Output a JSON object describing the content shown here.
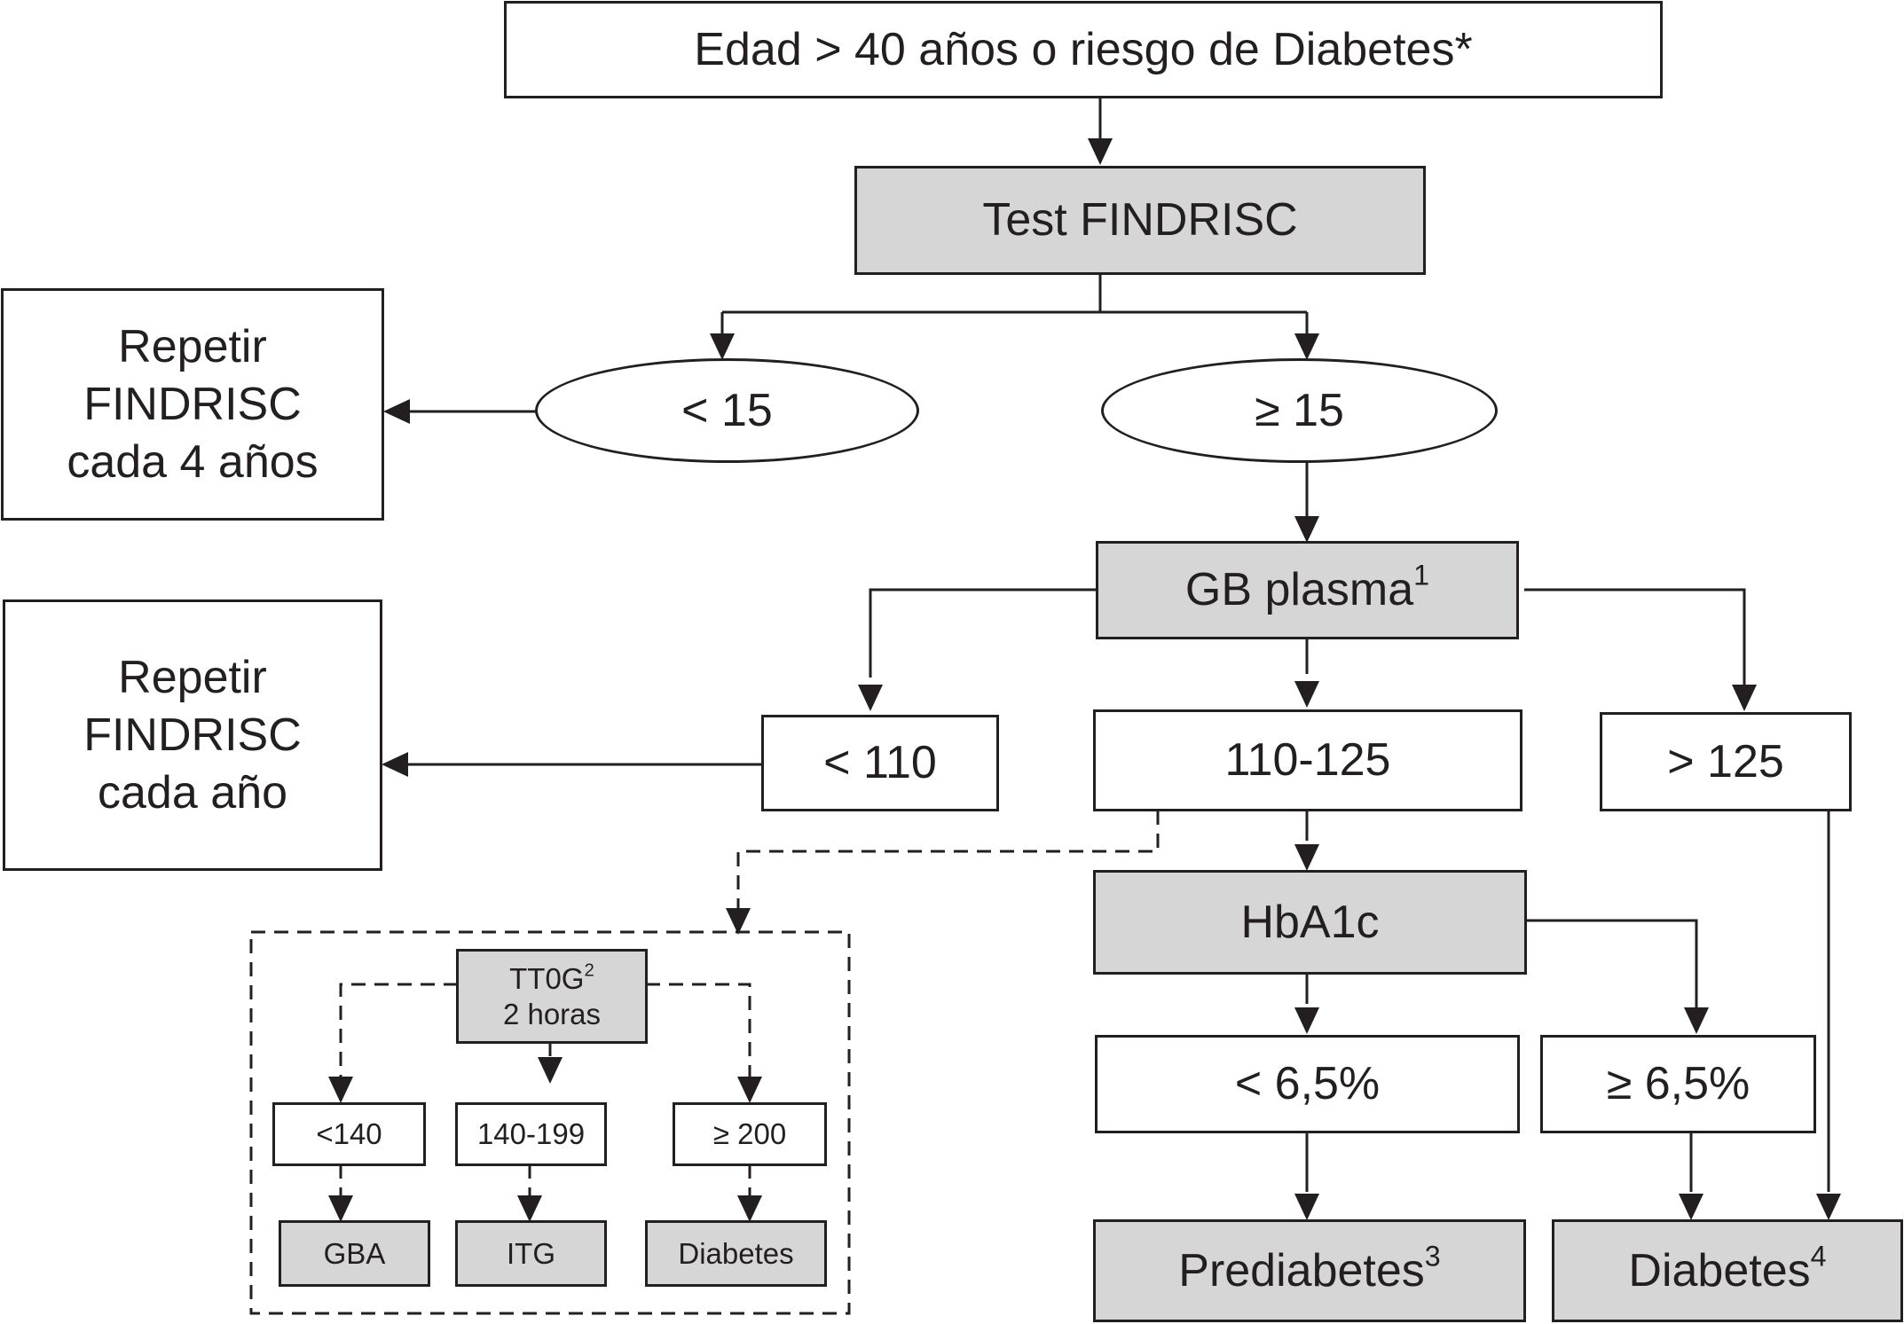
{
  "nodes": {
    "start": "Edad > 40 años o riesgo de Diabetes*",
    "test": "Test FINDRISC",
    "lt15": "< 15",
    "ge15": "≥ 15",
    "repeat4": [
      "Repetir",
      "FINDRISC",
      "cada 4 años"
    ],
    "gb": "GB plasma",
    "gb_sup": "1",
    "lt110": "< 110",
    "mid": "110-125",
    "gt125": "> 125",
    "repeat1": [
      "Repetir",
      "FINDRISC",
      "cada año"
    ],
    "hba1c": "HbA1c",
    "lt65": "< 6,5%",
    "ge65": "≥ 6,5%",
    "prediabetes": "Prediabetes",
    "prediabetes_sup": "3",
    "diabetes": "Diabetes",
    "diabetes_sup": "4",
    "ttog": "TT0G",
    "ttog_sup": "2",
    "ttog_sub": "2 horas",
    "lt140": "<140",
    "r140_199": "140-199",
    "ge200": "≥ 200",
    "gba": "GBA",
    "itg": "ITG",
    "diab_small": "Diabetes"
  },
  "colors": {
    "line": "#231f20",
    "gray_fill": "#d6d6d6",
    "white_fill": "#ffffff"
  }
}
